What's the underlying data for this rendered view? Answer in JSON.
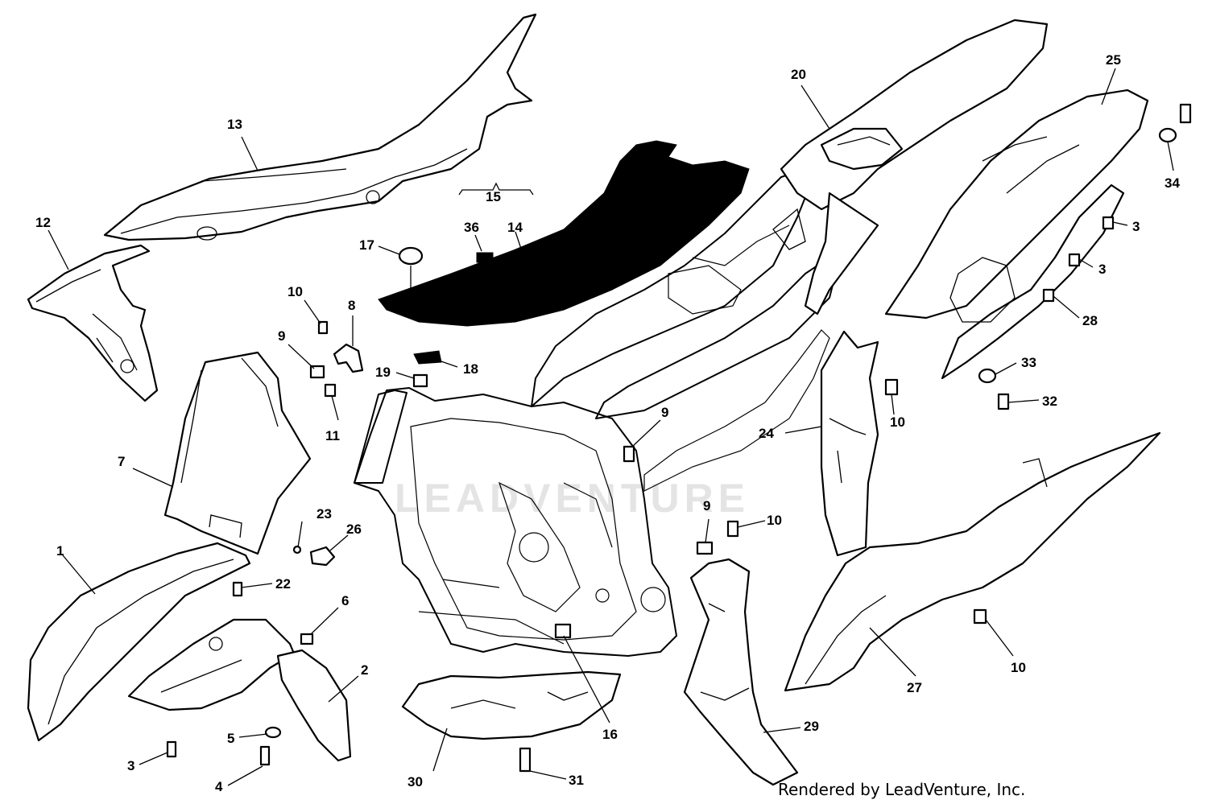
{
  "watermark": "LEADVENTURE",
  "credit": "Rendered by LeadVenture, Inc.",
  "callouts": {
    "c1": "1",
    "c2": "2",
    "c3a": "3",
    "c3b": "3",
    "c3c": "3",
    "c4": "4",
    "c5": "5",
    "c6": "6",
    "c7": "7",
    "c8": "8",
    "c9a": "9",
    "c9b": "9",
    "c9c": "9",
    "c10a": "10",
    "c10b": "10",
    "c10c": "10",
    "c10d": "10",
    "c11": "11",
    "c12": "12",
    "c13": "13",
    "c14": "14",
    "c15": "15",
    "c16": "16",
    "c17": "17",
    "c18": "18",
    "c19": "19",
    "c20": "20",
    "c22": "22",
    "c23": "23",
    "c24": "24",
    "c25": "25",
    "c26": "26",
    "c27": "27",
    "c28": "28",
    "c29": "29",
    "c30": "30",
    "c31": "31",
    "c32": "32",
    "c33": "33",
    "c34": "34",
    "c36": "36"
  }
}
